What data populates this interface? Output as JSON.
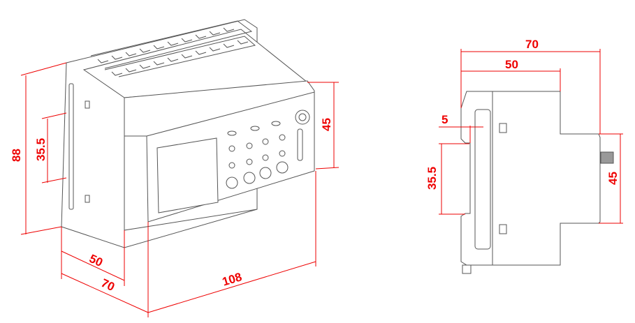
{
  "iso_view": {
    "dim_height": "88",
    "dim_rail": "35.5",
    "dim_front": "45",
    "dim_depth_inner": "50",
    "dim_depth": "70",
    "dim_width": "108"
  },
  "side_view": {
    "dim_depth": "70",
    "dim_depth_inner": "50",
    "dim_clip": "5",
    "dim_rail": "35.5",
    "dim_front": "45"
  },
  "colors": {
    "dimension": "#e00000",
    "outline": "#555555"
  }
}
